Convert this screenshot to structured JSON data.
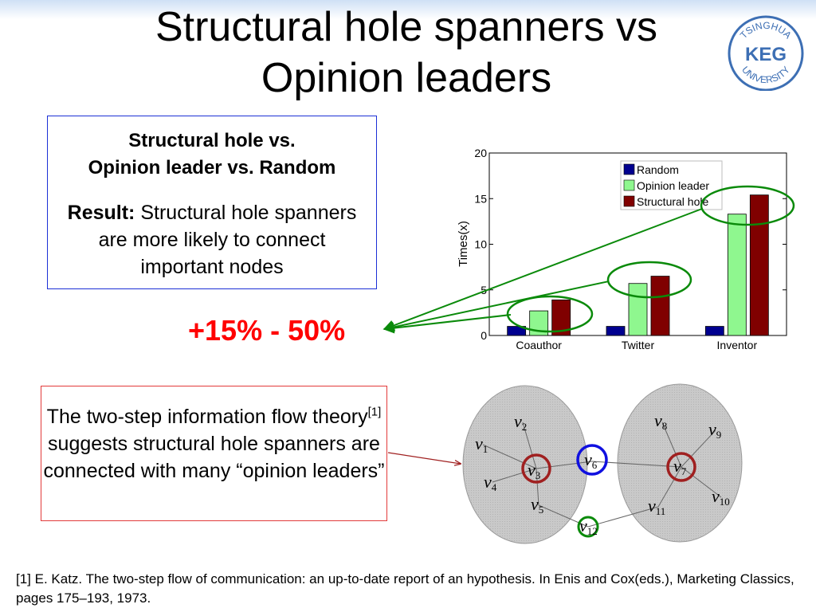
{
  "title_line1": "Structural hole spanners vs",
  "title_line2": "Opinion leaders",
  "logo": {
    "top_text": "TSINGHUA",
    "center_text": "KEG",
    "bottom_text": "UNIVERSITY",
    "color": "#3d6fb4"
  },
  "left_box": {
    "heading_line1": "Structural hole vs.",
    "heading_line2": "Opinion leader vs. Random",
    "result_label": "Result:",
    "result_text": "Structural hole spanners are more likely to connect important nodes"
  },
  "percent_text": "+15% - 50%",
  "theory_box": {
    "text_part1": "The two-step information flow theory",
    "citation": "[1]",
    "text_part2": "suggests structural hole spanners are connected with many “opinion leaders”"
  },
  "footnote": "[1] E. Katz. The two-step flow of communication: an up-to-date report of an hypothesis. In Enis and Cox(eds.), Marketing Classics, pages 175–193, 1973.",
  "chart_data": {
    "type": "bar",
    "categories": [
      "Coauthor",
      "Twitter",
      "Inventor"
    ],
    "series": [
      {
        "name": "Random",
        "values": [
          1.0,
          1.0,
          1.0
        ],
        "color": "#00008f"
      },
      {
        "name": "Opinion leader",
        "values": [
          2.7,
          5.7,
          13.3
        ],
        "color": "#8ff78f"
      },
      {
        "name": "Structural hole",
        "values": [
          3.9,
          6.5,
          15.4
        ],
        "color": "#800000"
      }
    ],
    "ylabel": "Times(x)",
    "ylim": [
      0,
      20
    ],
    "yticks": [
      0,
      5,
      10,
      15,
      20
    ],
    "legend_position": "top-right",
    "highlight_color": "#0a8a0a"
  },
  "network": {
    "left_group": [
      "v2",
      "v1",
      "v3",
      "v4",
      "v5"
    ],
    "right_group": [
      "v8",
      "v9",
      "v7",
      "v10",
      "v11"
    ],
    "bridge_nodes": [
      "v6",
      "v12"
    ],
    "opinion_leader_ring_color": "#a02020",
    "structural_hole_ring_color": "#1010e0",
    "v12_ring_color": "#0a8a0a"
  }
}
